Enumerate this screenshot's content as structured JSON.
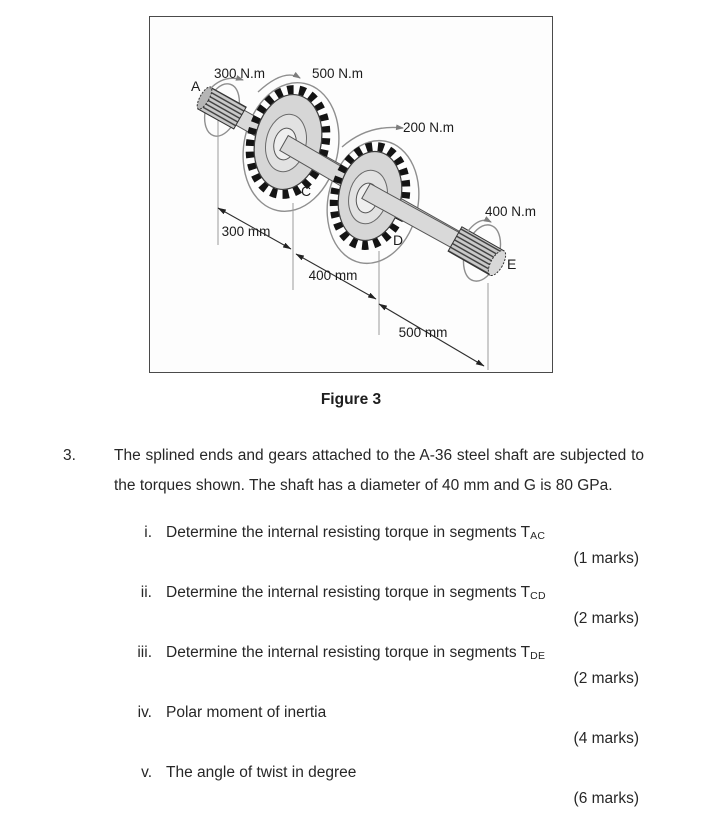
{
  "figure": {
    "caption": "Figure 3",
    "labels": {
      "torque_a": "300 N.m",
      "torque_c": "500 N.m",
      "torque_d": "200 N.m",
      "torque_e": "400 N.m",
      "point_a": "A",
      "point_c": "C",
      "point_d": "D",
      "point_e": "E",
      "dim_ac": "300 mm",
      "dim_cd": "400 mm",
      "dim_de": "500 mm"
    }
  },
  "question": {
    "number": "3.",
    "text": "The splined ends and gears attached to the A-36 steel shaft are subjected to the torques shown. The shaft has a diameter of 40 mm and G is 80 GPa.",
    "items": [
      {
        "numeral": "i.",
        "text": "Determine the internal resisting torque in segments T",
        "subscript": "AC",
        "marks": "(1 marks)"
      },
      {
        "numeral": "ii.",
        "text": "Determine the internal resisting torque in segments T",
        "subscript": "CD",
        "marks": "(2 marks)"
      },
      {
        "numeral": "iii.",
        "text": "Determine the internal resisting torque in segments T",
        "subscript": "DE",
        "marks": "(2 marks)"
      },
      {
        "numeral": "iv.",
        "text": "Polar moment of inertia",
        "subscript": "",
        "marks": "(4 marks)"
      },
      {
        "numeral": "v.",
        "text": "The angle of twist in degree",
        "subscript": "",
        "marks": "(6 marks)"
      }
    ]
  },
  "colors": {
    "gear_face": "#d6d6d6",
    "teeth": "#141414",
    "shaft": "#d9d9d9",
    "loop": "#8f8f8f",
    "dimension": "#2e2e2e"
  }
}
